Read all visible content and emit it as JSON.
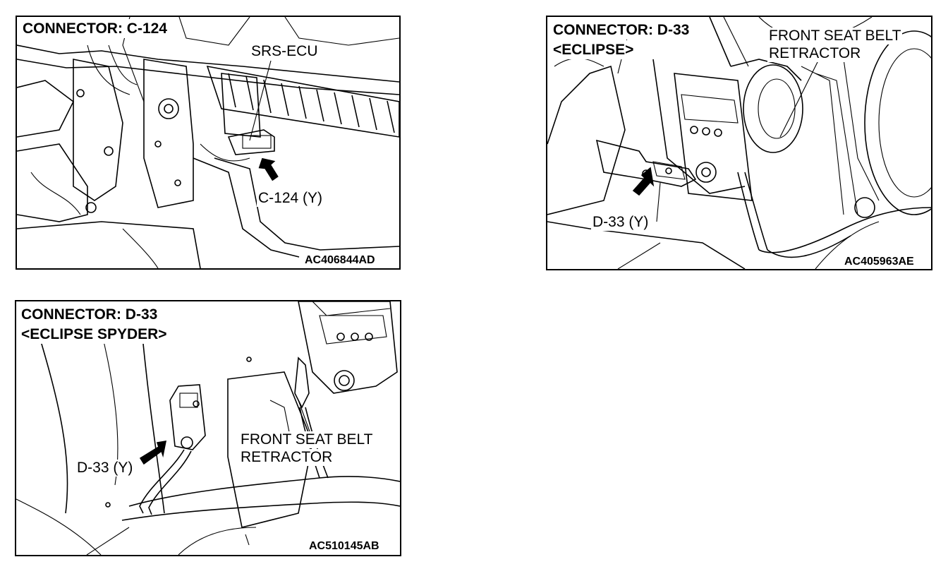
{
  "panels": [
    {
      "title": "CONNECTOR: C-124",
      "callouts": [
        "SRS-ECU",
        "C-124 (Y)"
      ],
      "figure_code": "AC406844AD"
    },
    {
      "title_line1": "CONNECTOR: D-33",
      "title_line2": "<ECLIPSE>",
      "callout_line1": "FRONT SEAT BELT",
      "callout_line2": "RETRACTOR",
      "connector_label": "D-33 (Y)",
      "figure_code": "AC405963AE"
    },
    {
      "title_line1": "CONNECTOR: D-33",
      "title_line2": "<ECLIPSE SPYDER>",
      "callout_line1": "FRONT SEAT BELT",
      "callout_line2": "RETRACTOR",
      "connector_label": "D-33 (Y)",
      "figure_code": "AC510145AB"
    }
  ]
}
